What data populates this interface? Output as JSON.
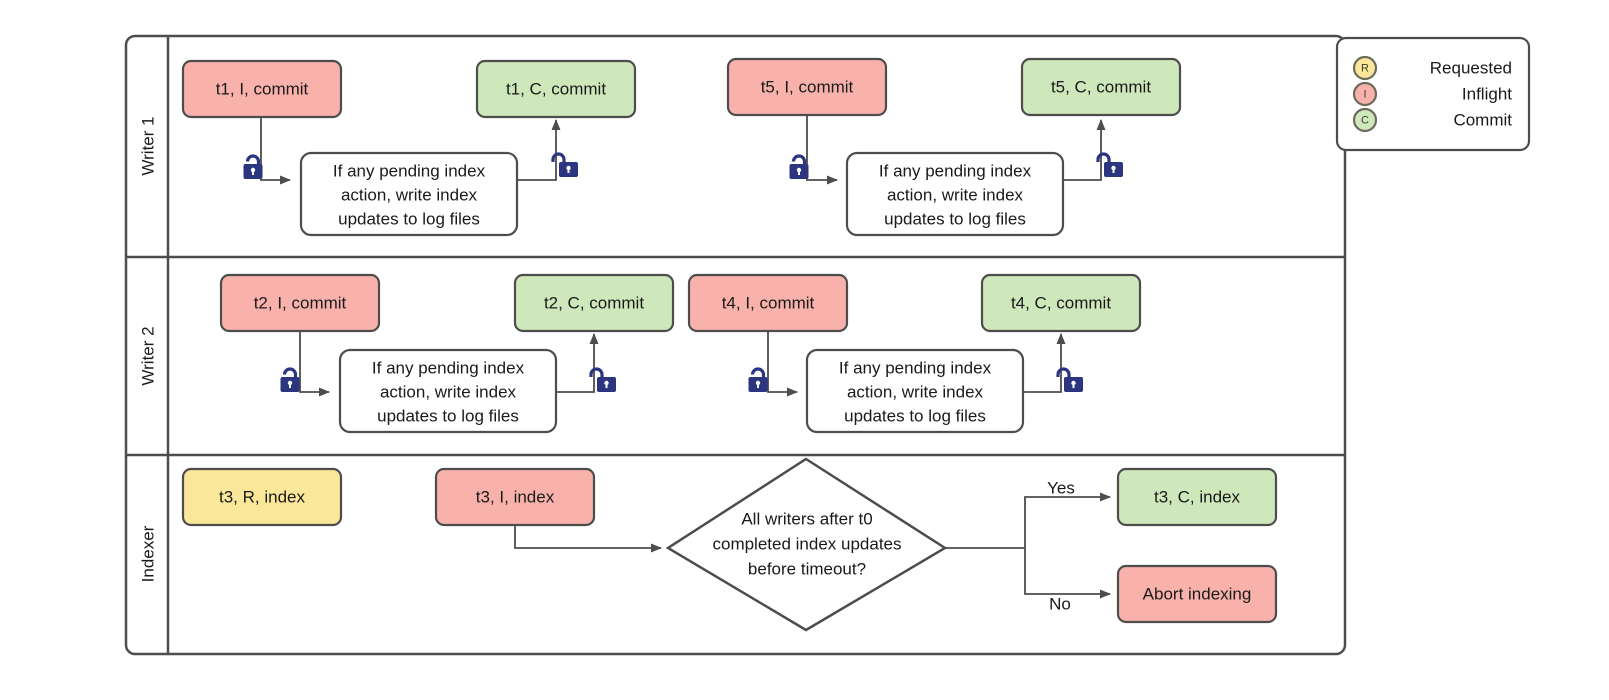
{
  "diagram": {
    "title": "Writer / Indexer lane diagram",
    "colors": {
      "inflight": "#f8b2ab",
      "commit": "#cfe8bb",
      "requested": "#fae79a",
      "stroke": "#4d4d4d",
      "lock": "#2b3580",
      "plain": "#ffffff"
    },
    "lanes": [
      {
        "id": "writer-1",
        "label": "Writer 1"
      },
      {
        "id": "writer-2",
        "label": "Writer 2"
      },
      {
        "id": "indexer",
        "label": "Indexer"
      }
    ],
    "process_text": "If any pending index action, write index updates to log files",
    "process_lines": [
      "If any pending index",
      "action, write index",
      "updates to log files"
    ],
    "nodes": {
      "w1_t1_inflight": "t1, I, commit",
      "w1_t1_commit": "t1, C, commit",
      "w1_t5_inflight": "t5, I, commit",
      "w1_t5_commit": "t5, C, commit",
      "w2_t2_inflight": "t2, I, commit",
      "w2_t2_commit": "t2, C, commit",
      "w2_t4_inflight": "t4, I, commit",
      "w2_t4_commit": "t4, C, commit",
      "ix_t3_requested": "t3, R, index",
      "ix_t3_inflight": "t3, I, index",
      "ix_t3_commit": "t3, C, index",
      "ix_abort": "Abort indexing"
    },
    "decision": {
      "text": "All writers after t0 completed index updates before timeout?",
      "lines": [
        "All writers after t0",
        "completed index updates",
        "before timeout?"
      ],
      "yes_label": "Yes",
      "no_label": "No"
    },
    "locks": {
      "closed_name": "lock-closed-icon",
      "open_name": "lock-open-icon"
    }
  },
  "legend": {
    "items": [
      {
        "letter": "R",
        "label": "Requested",
        "color": "#fae79a"
      },
      {
        "letter": "I",
        "label": "Inflight",
        "color": "#f8b2ab"
      },
      {
        "letter": "C",
        "label": "Commit",
        "color": "#cfe8bb"
      }
    ]
  }
}
